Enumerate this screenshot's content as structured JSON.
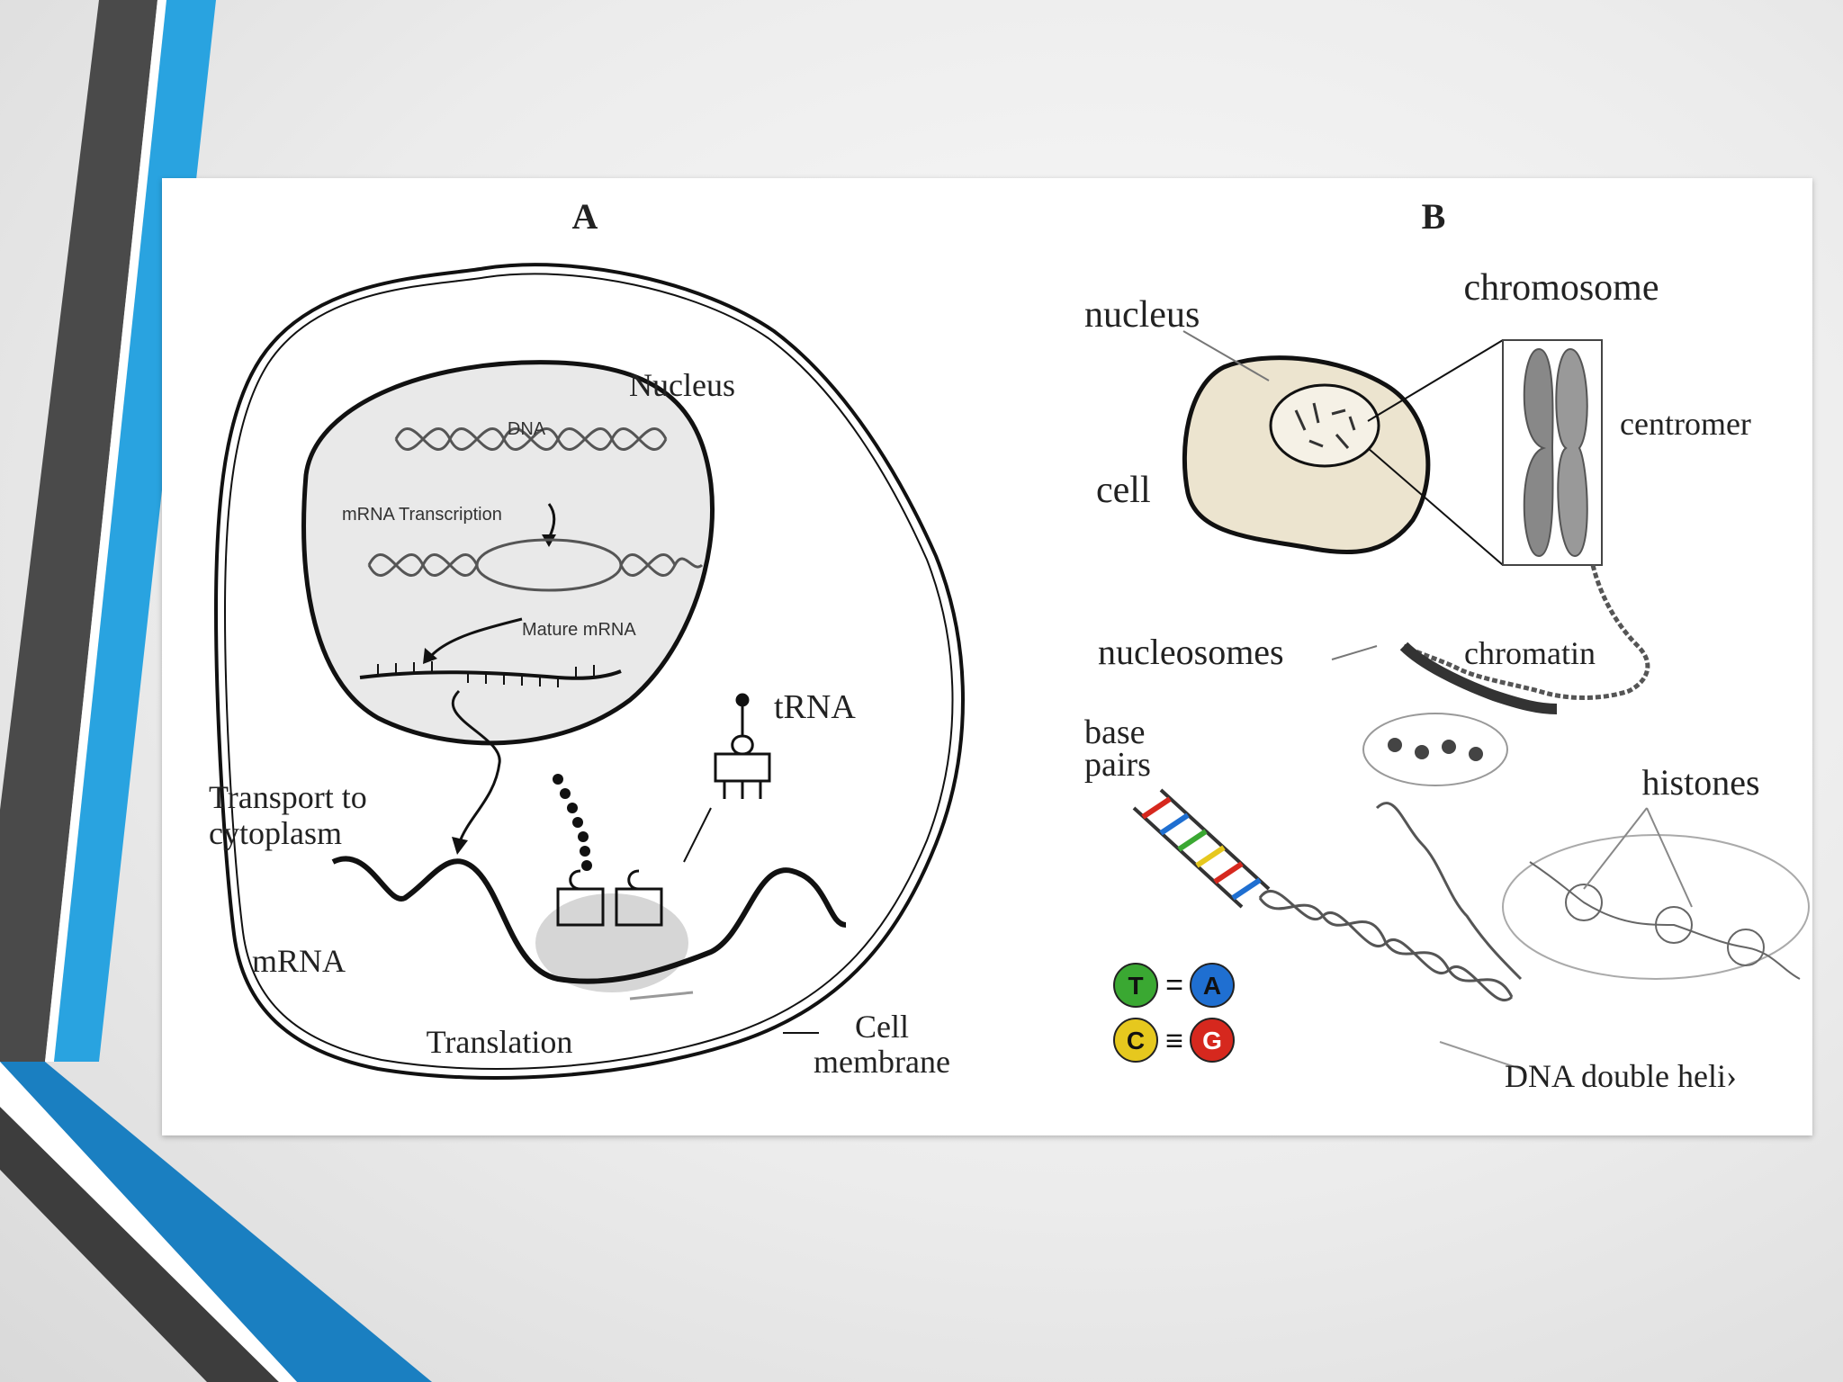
{
  "slide": {
    "accent_colors": {
      "blue": "#29a3e0",
      "dark_gray": "#4a4a4a",
      "dark_blue": "#1a7fc1"
    }
  },
  "panel_a": {
    "letter": "A",
    "labels": {
      "nucleus": "Nucleus",
      "dna": "DNA",
      "transcription": "mRNA Transcription",
      "mature_mrna": "Mature mRNA",
      "trna": "tRNA",
      "transport_line1": "Transport to",
      "transport_line2": "cytoplasm",
      "mrna": "mRNA",
      "translation": "Translation",
      "membrane_line1": "Cell",
      "membrane_line2": "membrane"
    }
  },
  "panel_b": {
    "letter": "B",
    "labels": {
      "chromosome": "chromosome",
      "nucleus": "nucleus",
      "centromere": "centromer",
      "cell": "cell",
      "nucleosomes": "nucleosomes",
      "chromatin": "chromatin",
      "base_line1": "base",
      "base_line2": "pairs",
      "histones": "histones",
      "dna_helix": "DNA double heli›"
    },
    "base_pair_legend": [
      {
        "left": "T",
        "bond": "=",
        "right": "A",
        "left_color": "#3aa832",
        "right_color": "#1f6fd1"
      },
      {
        "left": "C",
        "bond": "≡",
        "right": "G",
        "left_color": "#e6c81e",
        "right_color": "#d6281e"
      }
    ]
  }
}
